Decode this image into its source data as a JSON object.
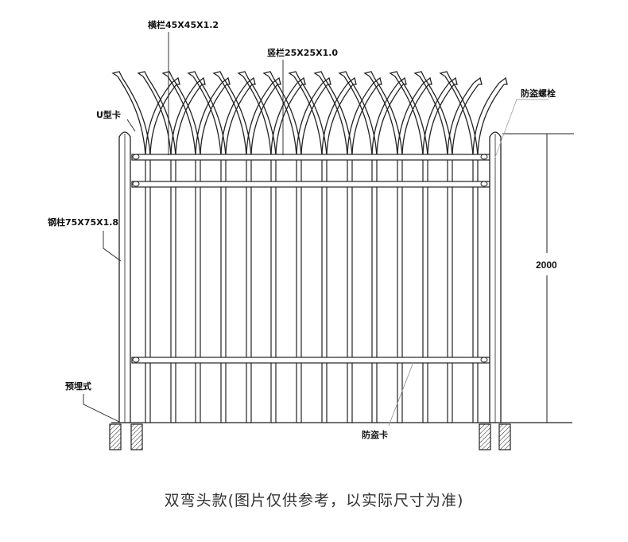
{
  "labels": {
    "horizontal_rail": "横栏45X45X1.2",
    "vertical_bar": "竖栏25X25X1.0",
    "anti_theft_bolt": "防盗螺栓",
    "u_clip": "U型卡",
    "steel_post": "钢柱75X75X1.8",
    "embedded": "预埋式",
    "anti_theft_clip": "防盗卡"
  },
  "dimension": "2000",
  "caption": "双弯头款(图片仅供参考，以实际尺寸为准)"
}
